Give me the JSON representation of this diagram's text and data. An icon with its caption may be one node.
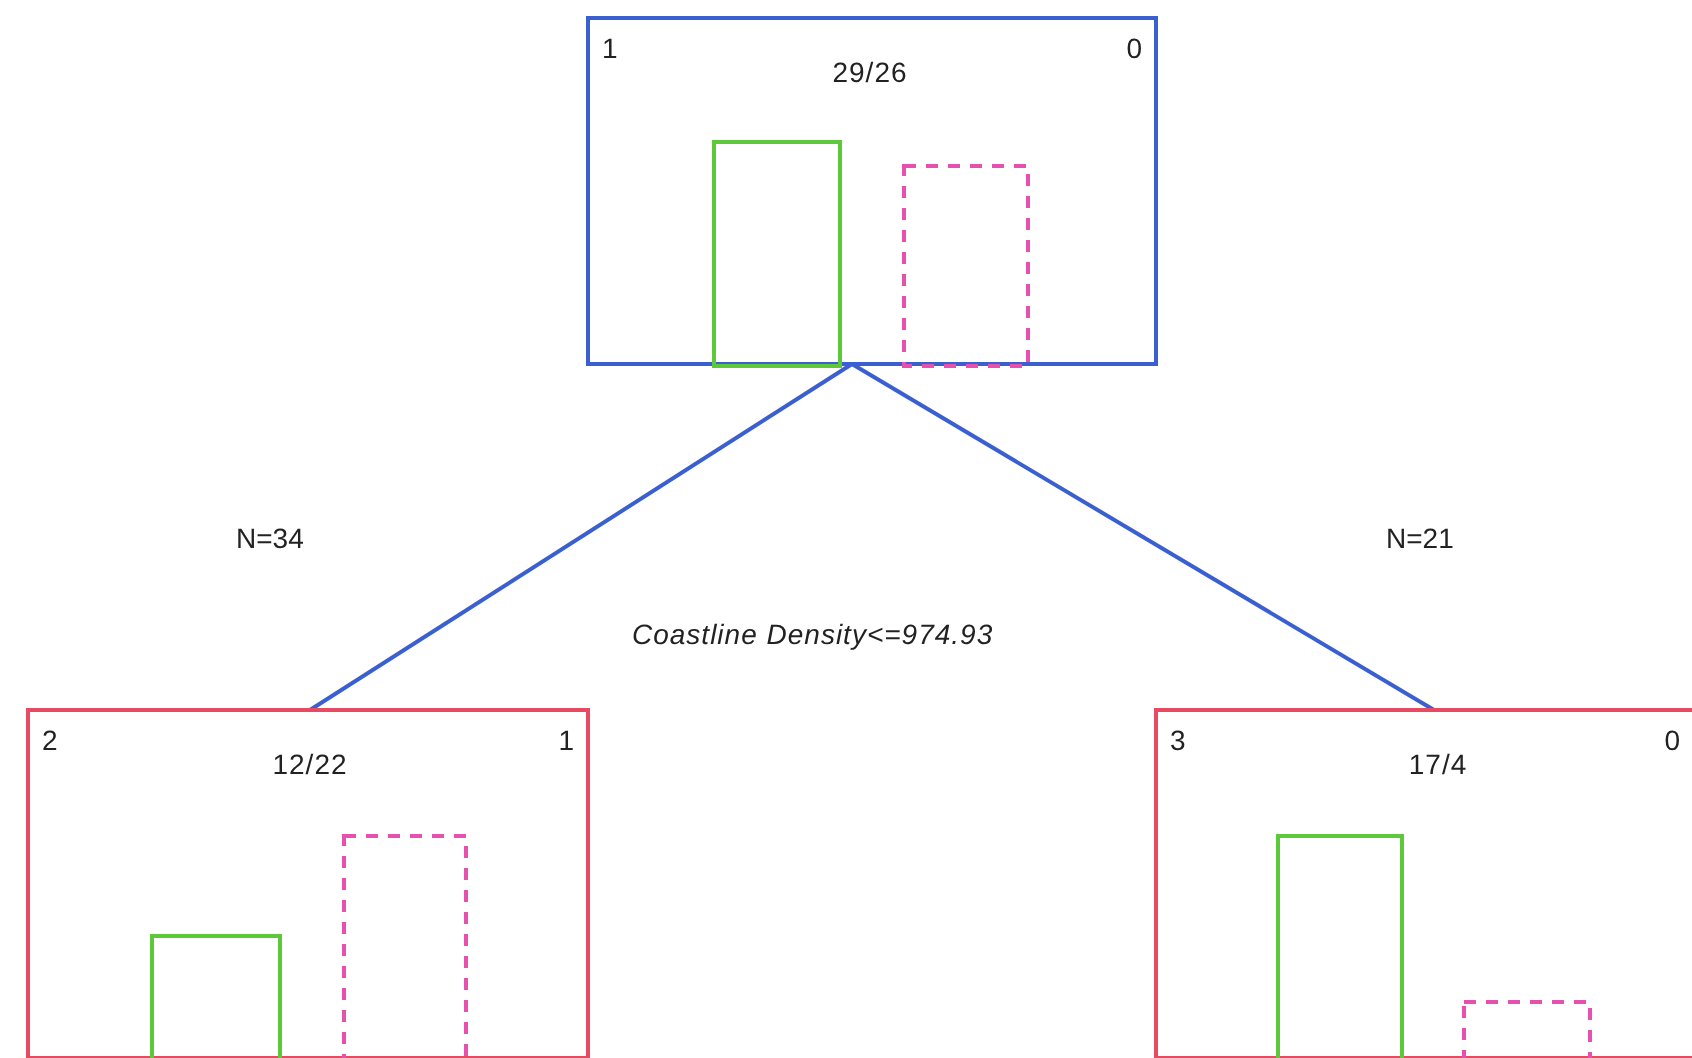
{
  "diagram": {
    "nodes": [
      {
        "text": [
          "1",
          "29/26",
          "0"
        ]
      },
      {
        "text": [
          "2",
          "12/22",
          "1"
        ]
      },
      {
        "text": [
          "3",
          "17/4",
          "0"
        ]
      }
    ],
    "edges": [
      {
        "from": 0,
        "to": 1,
        "arrow": "none",
        "label": "N=34"
      },
      {
        "from": 0,
        "to": 2,
        "arrow": "none",
        "label": "N=21"
      }
    ],
    "labels": [
      "Coastline Density<=974.93"
    ]
  }
}
